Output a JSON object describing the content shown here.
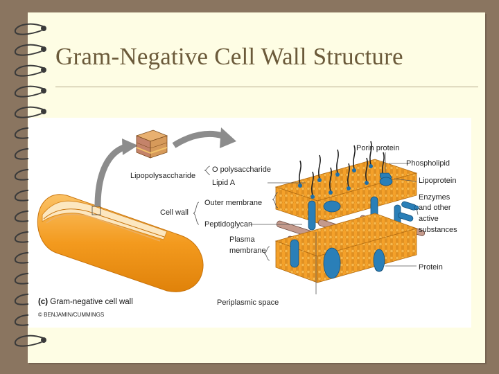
{
  "slide": {
    "title": "Gram-Negative Cell Wall Structure"
  },
  "figure": {
    "caption_letter": "(c)",
    "caption_text": " Gram-negative cell wall",
    "copyright": "© BENJAMIN/CUMMINGS",
    "labels": {
      "lipopolysaccharide": "Lipopolysaccharide",
      "o_polysaccharide": "O polysaccharide",
      "lipid_a": "Lipid A",
      "cell_wall": "Cell wall",
      "outer_membrane": "Outer membrane",
      "peptidoglycan": "Peptidoglycan",
      "plasma": "Plasma",
      "membrane": "membrane",
      "periplasmic_space": "Periplasmic space",
      "porin_protein": "Porin protein",
      "phospholipid": "Phospholipid",
      "lipoprotein": "Lipoprotein",
      "enzymes_1": "Enzymes",
      "enzymes_2": "and other",
      "enzymes_3": "active",
      "enzymes_4": "substances",
      "protein": "Protein"
    }
  },
  "colors": {
    "background": "#8a7560",
    "slide": "#fefde4",
    "title": "#6b5a3a",
    "membrane_orange": "#f4a12a",
    "protein_blue": "#2a7fb8",
    "peptidoglycan_rod": "#c49a8c"
  }
}
